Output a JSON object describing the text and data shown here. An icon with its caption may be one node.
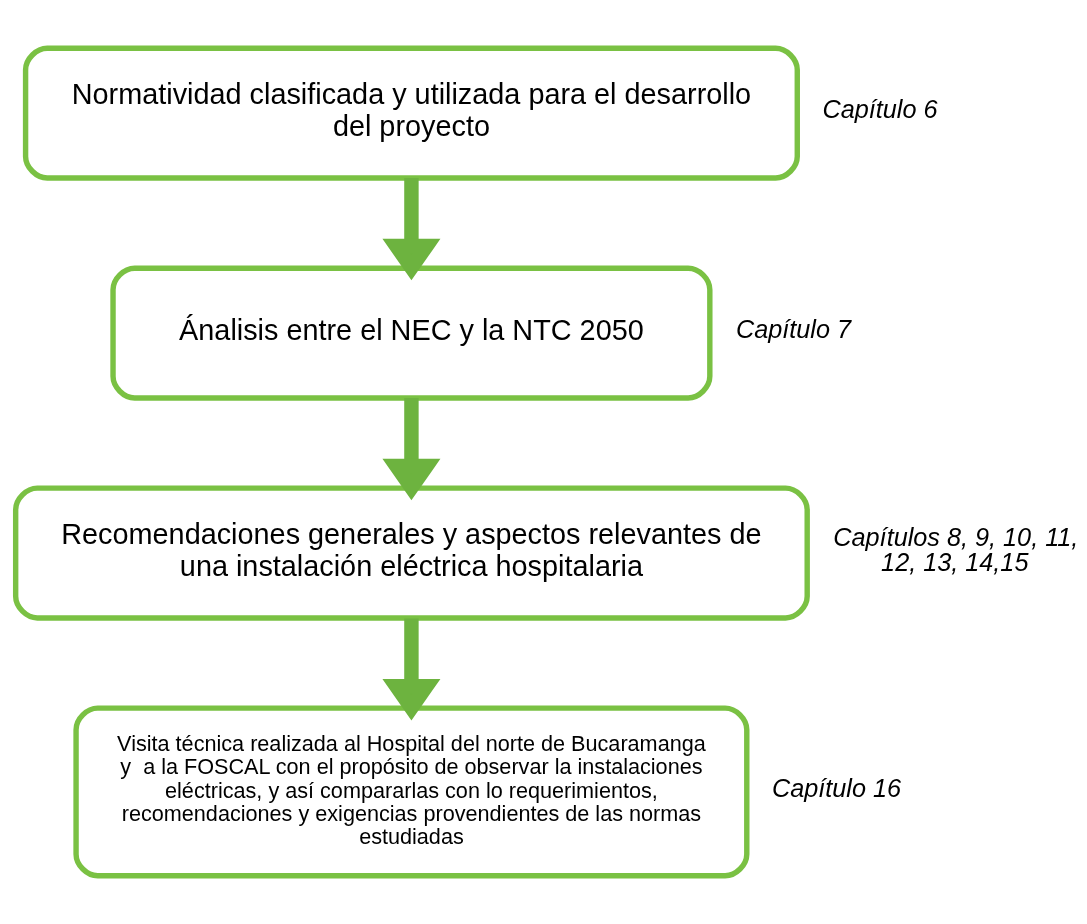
{
  "diagram": {
    "nodes": [
      {
        "text": [
          "Normatividad clasificada y utilizada para el desarrollo del proyecto"
        ],
        "beside": [
          "Capítulo 6"
        ]
      },
      {
        "text": [
          "Ánalisis entre el NEC y la NTC 2050"
        ],
        "beside": [
          "Capítulo 7"
        ]
      },
      {
        "text": [
          "Recomendaciones generales y aspectos relevantes de una instalación eléctrica hospitalaria"
        ],
        "beside": [
          "Capítulos 8, 9, 10, 11, 12, 13, 14,15"
        ]
      },
      {
        "text": [
          "Visita técnica realizada al Hospital del norte de Bucaramanga y  a la FOSCAL con el propósito de observar la instalaciones eléctricas, y así compararlas con lo requerimientos, recomendaciones y exigencias provendientes de las normas estudiadas"
        ],
        "beside": [
          "Capítulo 16"
        ]
      }
    ],
    "edges": [
      {
        "from": 0,
        "to": 1,
        "arrow": "to"
      },
      {
        "from": 1,
        "to": 2,
        "arrow": "to"
      },
      {
        "from": 2,
        "to": 3,
        "arrow": "to"
      }
    ]
  }
}
